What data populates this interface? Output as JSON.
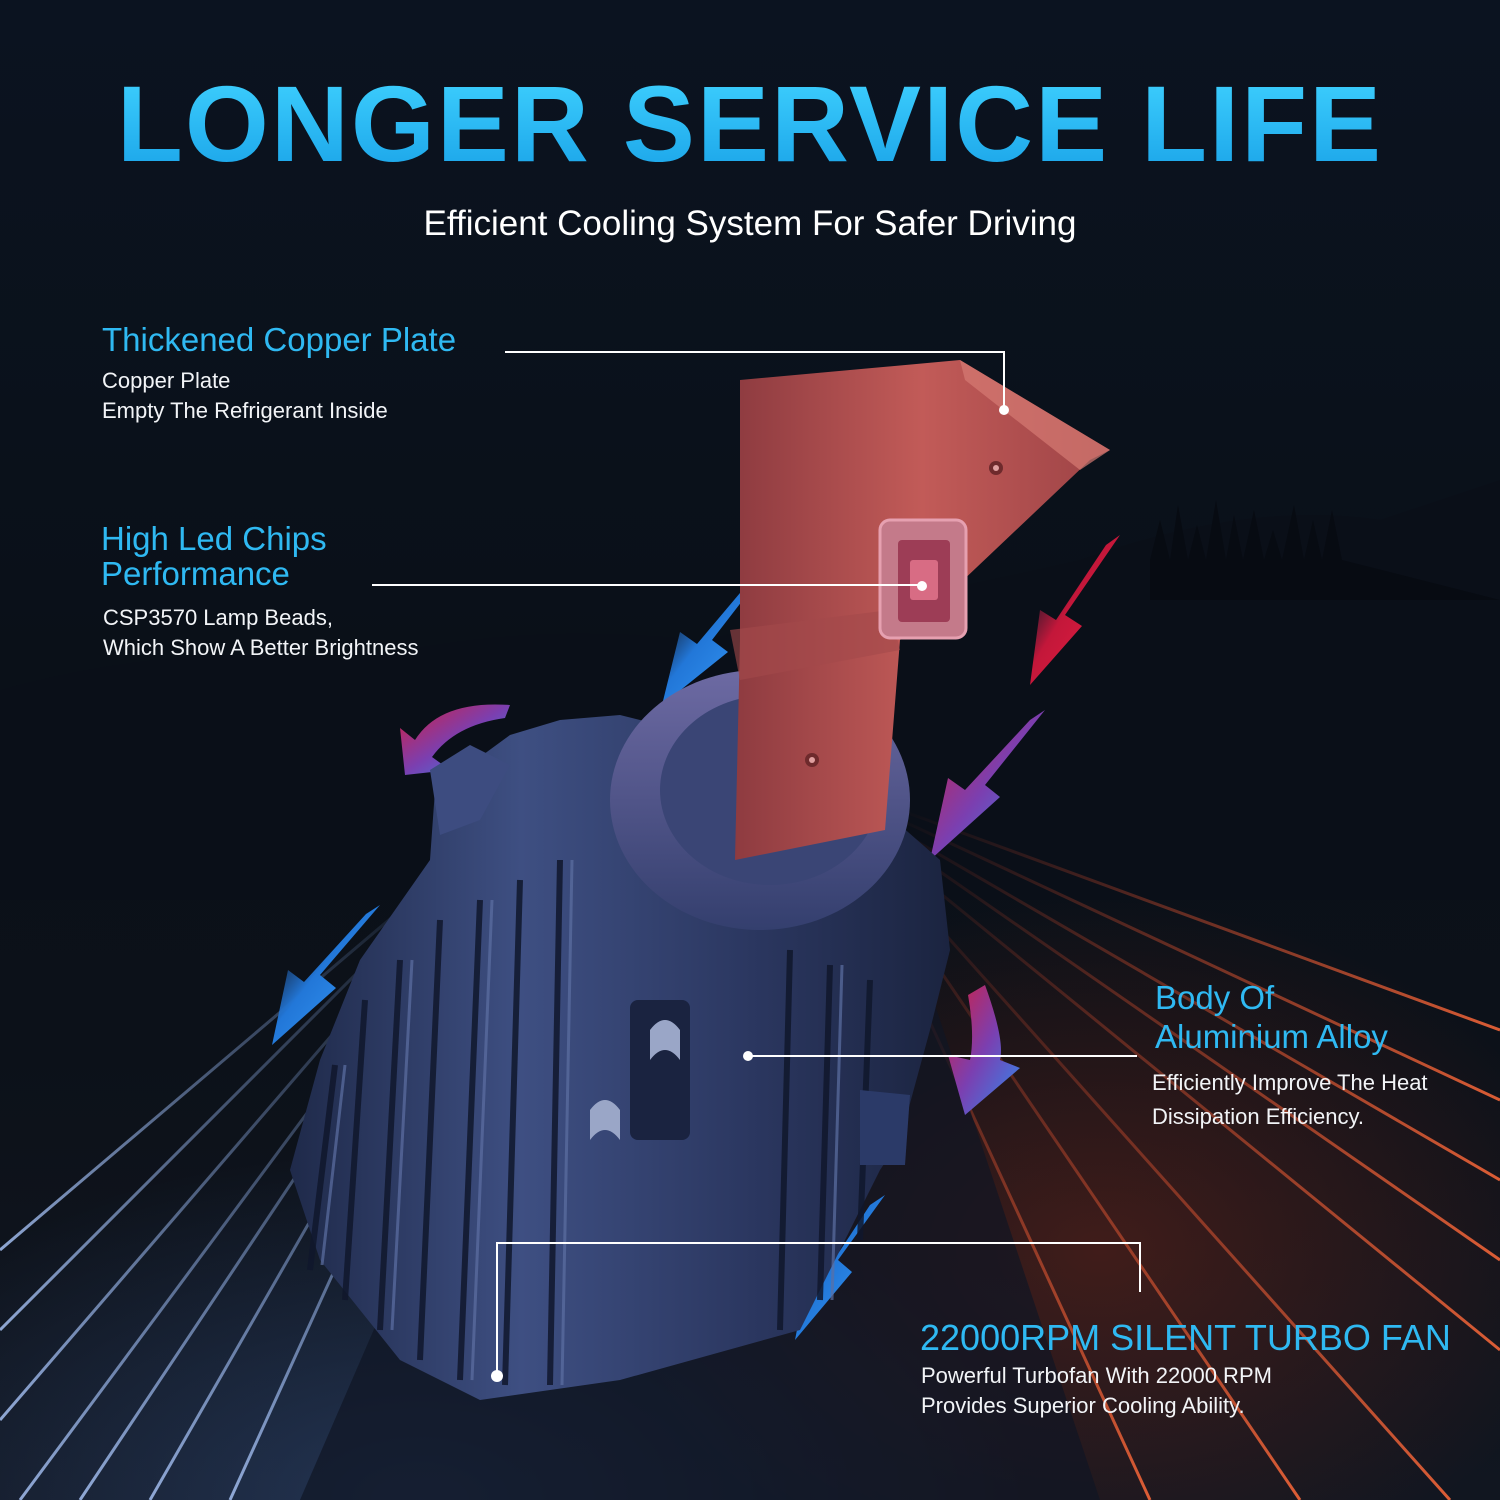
{
  "headline": "LONGER SERVICE LIFE",
  "subheadline": "Efficient Cooling System For Safer Driving",
  "features": [
    {
      "title_lines": [
        "Thickened Copper Plate"
      ],
      "desc_lines": [
        "Copper Plate",
        "Empty The Refrigerant Inside"
      ]
    },
    {
      "title_lines": [
        "High Led Chips",
        "Performance"
      ],
      "desc_lines": [
        "CSP3570 Lamp Beads,",
        "Which Show A Better Brightness"
      ]
    },
    {
      "title_lines": [
        "Body Of",
        "Aluminium Alloy"
      ],
      "desc_lines": [
        "Efficiently Improve The Heat",
        "Dissipation Efficiency."
      ]
    },
    {
      "title_lines": [
        "22000RPM SILENT TURBO FAN"
      ],
      "desc_lines": [
        "Powerful Turbofan With 22000 RPM",
        "Provides Superior Cooling Ability."
      ]
    }
  ],
  "colors": {
    "accent": "#2fb9f2",
    "headline": "#19b6f2",
    "copper": "#b8514f",
    "body": "#3a4b78",
    "arrow_red": "#e21c3c",
    "arrow_blue": "#2a8ff2"
  }
}
